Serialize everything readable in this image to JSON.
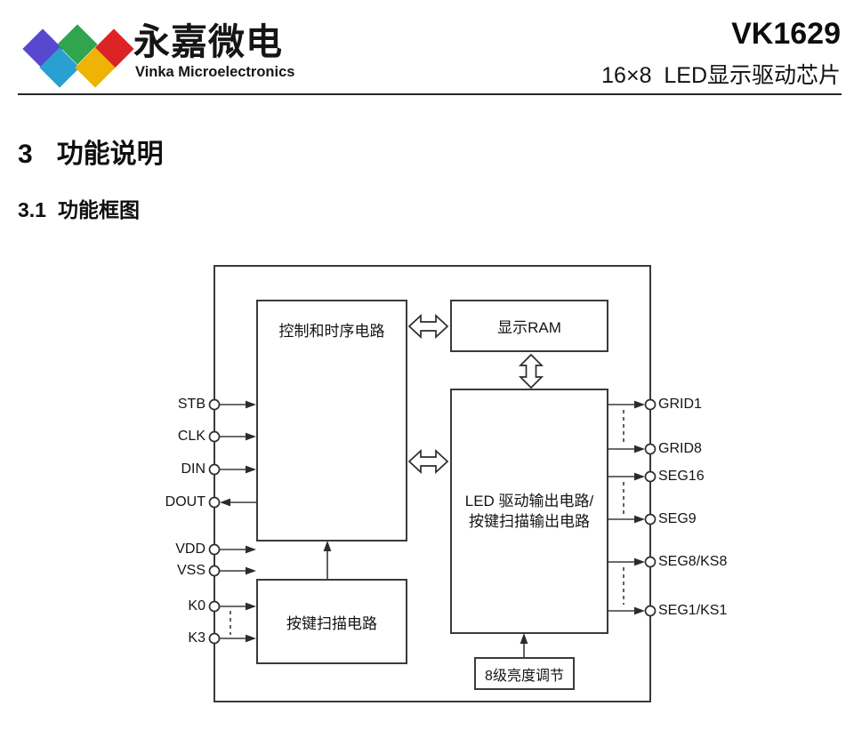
{
  "page": {
    "background": "#ffffff"
  },
  "header": {
    "company_cn": "永嘉微电",
    "company_en": "Vinka Microelectronics",
    "part_number": "VK1629",
    "subtitle": "16×8  LED显示驱动芯片",
    "logo_colors": {
      "blue": "#5649d0",
      "green": "#31a44e",
      "red": "#dc2426",
      "cyan": "#28a0d2",
      "yellow": "#eeb303"
    }
  },
  "sections": [
    {
      "number": "3",
      "title": "功能说明"
    },
    {
      "number": "3.1",
      "title": "功能框图"
    }
  ],
  "diagram": {
    "line_color": "#3a3a3a",
    "blocks": {
      "control": {
        "label": "控制和时序电路"
      },
      "ram": {
        "label": "显示RAM"
      },
      "led": {
        "label_line1": "LED 驱动输出电路/",
        "label_line2": "按键扫描输出电路"
      },
      "keyscan": {
        "label": "按键扫描电路"
      },
      "brightness": {
        "label": "8级亮度调节"
      }
    },
    "left_pins": [
      {
        "label": "STB",
        "direction": "input"
      },
      {
        "label": "CLK",
        "direction": "input"
      },
      {
        "label": "DIN",
        "direction": "input"
      },
      {
        "label": "DOUT",
        "direction": "output"
      },
      {
        "label": "VDD",
        "direction": "input"
      },
      {
        "label": "VSS",
        "direction": "input"
      },
      {
        "label": "K0",
        "direction": "input"
      },
      {
        "label": "K3",
        "direction": "input"
      }
    ],
    "right_pins": [
      {
        "label": "GRID1"
      },
      {
        "label": "GRID8"
      },
      {
        "label": "SEG16"
      },
      {
        "label": "SEG9"
      },
      {
        "label": "SEG8/KS8"
      },
      {
        "label": "SEG1/KS1"
      }
    ]
  }
}
